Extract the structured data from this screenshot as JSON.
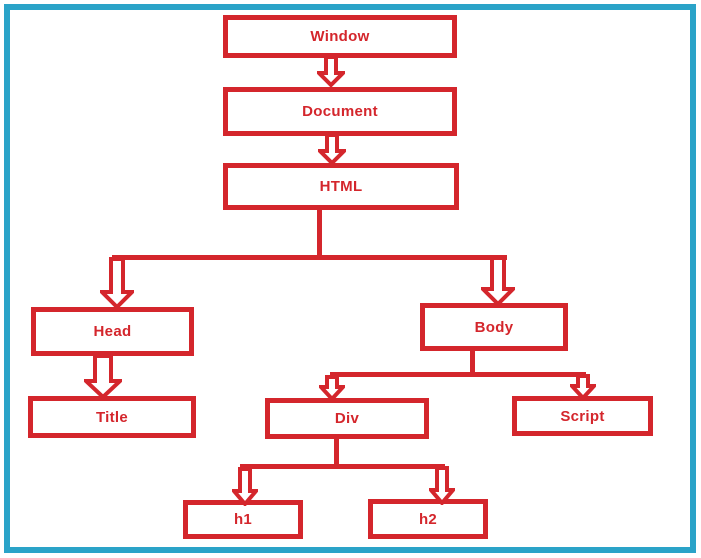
{
  "frame": {
    "border_color": "#2aa3c8",
    "background_color": "#ffffff"
  },
  "diagram": {
    "type": "tree",
    "accent_color": "#d4262c",
    "nodes": {
      "window": {
        "label": "Window"
      },
      "document": {
        "label": "Document"
      },
      "html": {
        "label": "HTML"
      },
      "head": {
        "label": "Head"
      },
      "title": {
        "label": "Title"
      },
      "body": {
        "label": "Body"
      },
      "div": {
        "label": "Div"
      },
      "script": {
        "label": "Script"
      },
      "h1": {
        "label": "h1"
      },
      "h2": {
        "label": "h2"
      }
    },
    "edges": [
      [
        "window",
        "document"
      ],
      [
        "document",
        "html"
      ],
      [
        "html",
        "head"
      ],
      [
        "html",
        "body"
      ],
      [
        "head",
        "title"
      ],
      [
        "body",
        "div"
      ],
      [
        "body",
        "script"
      ],
      [
        "div",
        "h1"
      ],
      [
        "div",
        "h2"
      ]
    ]
  }
}
